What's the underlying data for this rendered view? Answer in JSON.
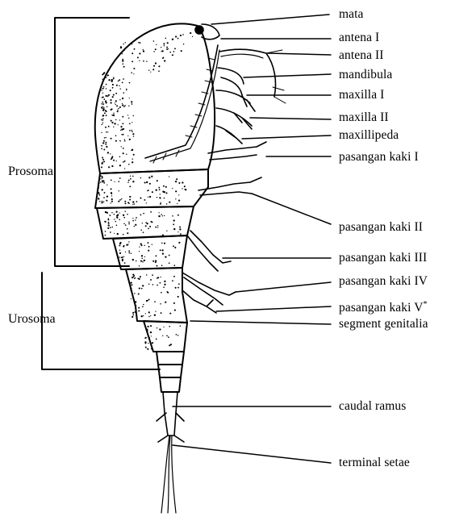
{
  "regions": {
    "prosoma": "Prosoma",
    "urosoma": "Urosoma"
  },
  "labels": {
    "mata": "mata",
    "antena_1": "antena I",
    "antena_2": "antena II",
    "mandibula": "mandibula",
    "maxilla_1": "maxilla I",
    "maxilla_2": "maxilla II",
    "maxillipeda": "maxillipeda",
    "kaki_1": "pasangan kaki I",
    "kaki_2": "pasangan kaki II",
    "kaki_3": "pasangan kaki III",
    "kaki_4": "pasangan kaki IV",
    "kaki_5": "pasangan kaki V",
    "kaki_5_mark": "*",
    "segment_genitalia": "segment genitalia",
    "caudal_ramus": "caudal ramus",
    "terminal_setae": "terminal setae"
  }
}
